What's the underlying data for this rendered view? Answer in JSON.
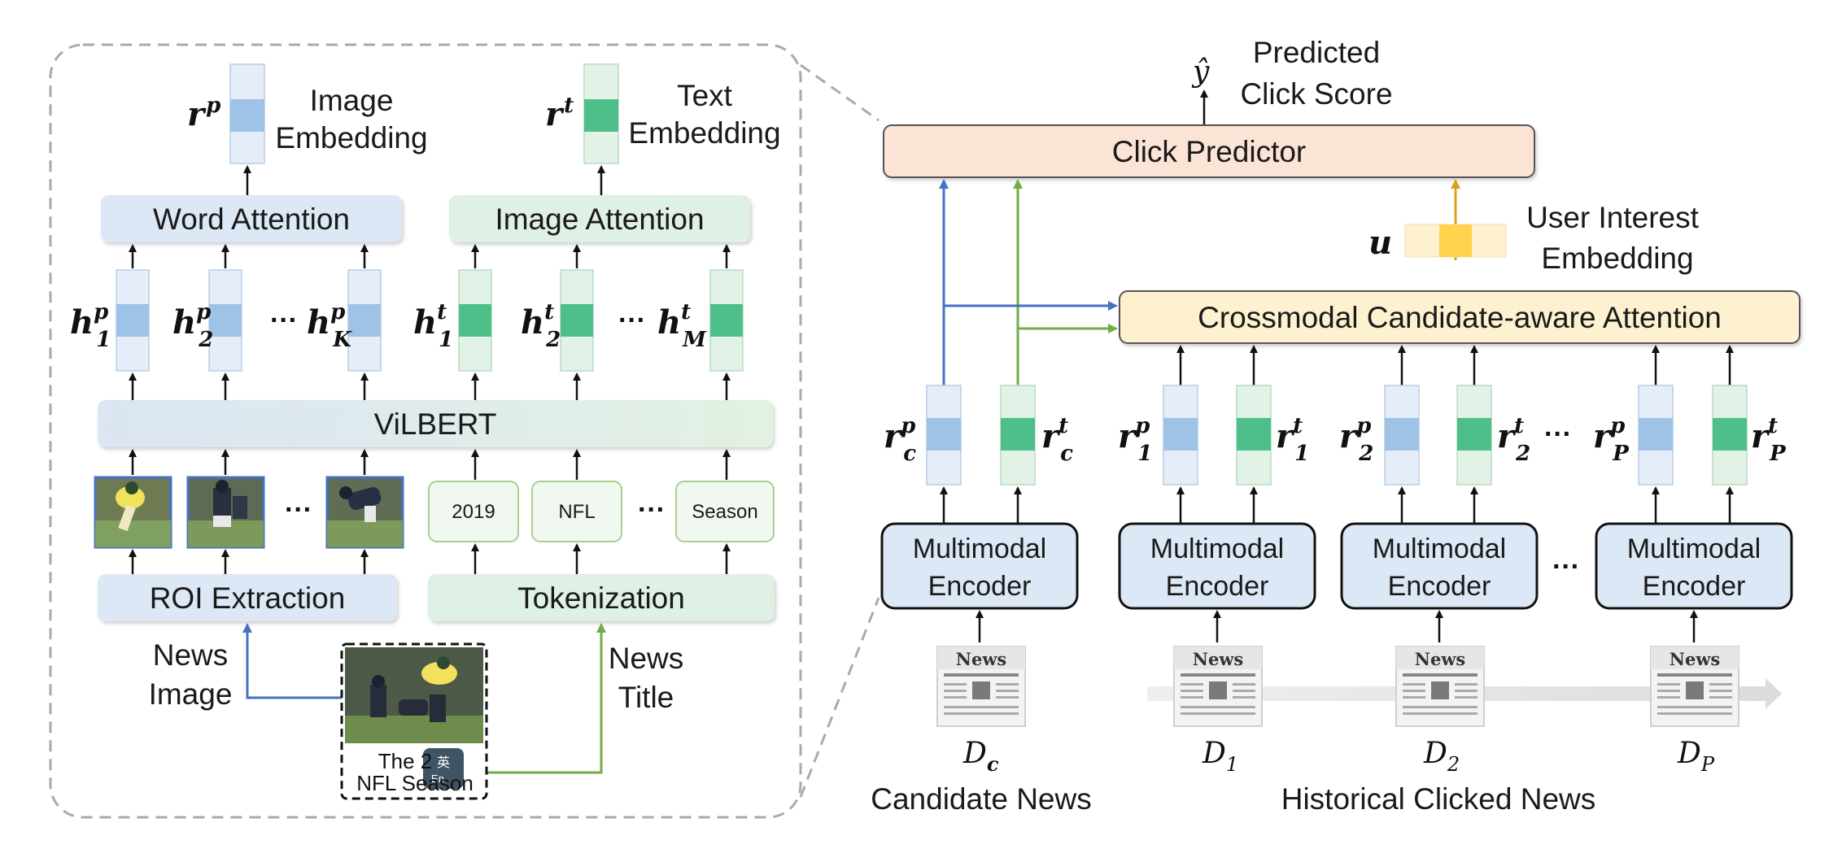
{
  "zoom_panel": {
    "word_attention": "Word Attention",
    "image_attention": "Image Attention",
    "vilbert": "ViLBERT",
    "roi_extraction": "ROI Extraction",
    "tokenization": "Tokenization",
    "image_embedding_line1": "Image",
    "image_embedding_line2": "Embedding",
    "text_embedding_line1": "Text",
    "text_embedding_line2": "Embedding",
    "news_image_line1": "News",
    "news_image_line2": "Image",
    "news_title_line1": "News",
    "news_title_line2": "Title",
    "tokens": [
      "2019",
      "NFL",
      "Season"
    ],
    "ellipsis": "···",
    "thumbnail_caption_line1": "The 2",
    "thumbnail_caption_line2": "NFL Season",
    "sym_rp": "r",
    "sym_rp_sup": "p",
    "sym_rt": "r",
    "sym_rt_sup": "t",
    "h_labels": [
      {
        "base": "h",
        "sup": "p",
        "sub": "1"
      },
      {
        "base": "h",
        "sup": "p",
        "sub": "2"
      },
      {
        "base": "h",
        "sup": "p",
        "sub": "K"
      },
      {
        "base": "h",
        "sup": "t",
        "sub": "1"
      },
      {
        "base": "h",
        "sup": "t",
        "sub": "2"
      },
      {
        "base": "h",
        "sup": "t",
        "sub": "M"
      }
    ]
  },
  "main_panel": {
    "predicted_line1": "Predicted",
    "predicted_line2": "Click Score",
    "y_hat": "ŷ",
    "click_predictor": "Click Predictor",
    "user_interest_line1": "User Interest",
    "user_interest_line2": "Embedding",
    "u_symbol": "u",
    "crossmodal": "Crossmodal Candidate-aware Attention",
    "encoder_line1": "Multimodal",
    "encoder_line2": "Encoder",
    "newspaper_label": "News",
    "candidate_news": "Candidate News",
    "historical_news": "Historical Clicked News",
    "doc_labels": [
      {
        "base": "D",
        "sub": "c"
      },
      {
        "base": "D",
        "sub": "1"
      },
      {
        "base": "D",
        "sub": "2"
      },
      {
        "base": "D",
        "sub": "P"
      }
    ],
    "r_labels": [
      {
        "base": "r",
        "sup": "p",
        "sub": "c"
      },
      {
        "base": "r",
        "sup": "t",
        "sub": "c"
      },
      {
        "base": "r",
        "sup": "p",
        "sub": "1"
      },
      {
        "base": "r",
        "sup": "t",
        "sub": "1"
      },
      {
        "base": "r",
        "sup": "p",
        "sub": "2"
      },
      {
        "base": "r",
        "sup": "t",
        "sub": "2"
      },
      {
        "base": "r",
        "sup": "p",
        "sub": "P"
      },
      {
        "base": "r",
        "sup": "t",
        "sub": "P"
      }
    ],
    "ellipsis": "···"
  },
  "colors": {
    "blue_box": "#dce8f5",
    "green_box": "#dff0e4",
    "blue_cell": "#9fc3e7",
    "green_cell": "#4fbf8a",
    "orange_box": "#fbe3d5",
    "yellow_box": "#fdf1cf",
    "yellow_cell": "#ffd34e",
    "arrow_blue": "#4472c4",
    "arrow_green": "#70ad47",
    "arrow_gold": "#d9a21b"
  }
}
